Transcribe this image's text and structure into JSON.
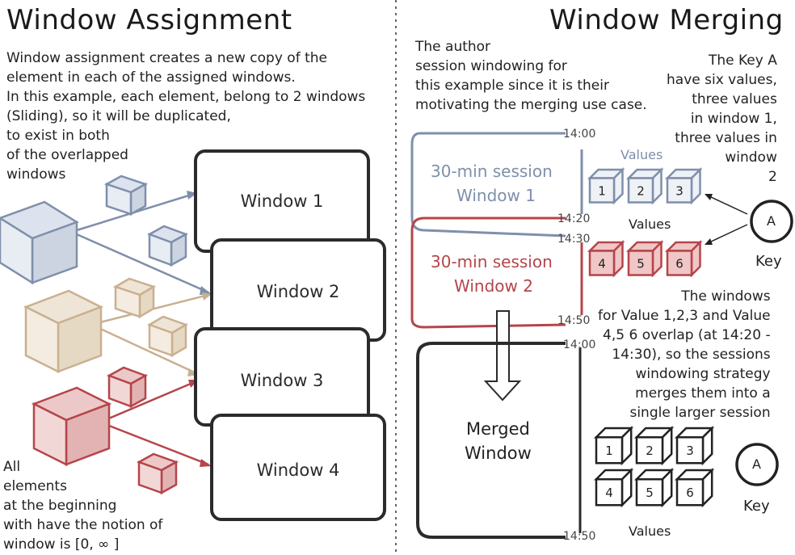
{
  "left": {
    "title": "Window Assignment",
    "intro": "Window assignment creates a new copy of the\nelement in each of the assigned windows.\nIn this example, each element, belong to 2 windows\n(Sliding), so it will be duplicated,\nto exist in both\nof the overlapped\nwindows",
    "windows": [
      "Window 1",
      "Window 2",
      "Window 3",
      "Window 4"
    ],
    "note": "All\nelements\nat the beginning\nwith have the notion of\nwindow is [0, ∞ ]",
    "colors": {
      "blue": "#7f8fab",
      "tan": "#c9b08f",
      "red": "#b5454a"
    }
  },
  "right": {
    "title": "Window Merging",
    "author_note": "The author\nsession windowing for\nthis example since it is their\nmotivating the merging use case.",
    "key_note": "The Key A\nhave six values,\nthree values\nin window 1,\nthree values in\nwindow\n2",
    "session1": {
      "line1": "30-min session",
      "line2": "Window 1",
      "color": "#7f8fab"
    },
    "session2": {
      "line1": "30-min session",
      "line2": "Window 2",
      "color": "#b5454a"
    },
    "values_label_top": "Values",
    "values_label_mid": "Values",
    "values_label_bottom": "Values",
    "cubes_top": [
      "1",
      "2",
      "3"
    ],
    "cubes_mid": [
      "4",
      "5",
      "6"
    ],
    "cubes_bottom": [
      "1",
      "2",
      "3",
      "4",
      "5",
      "6"
    ],
    "times": {
      "t1": "14:00",
      "t2": "14:20",
      "t3": "14:30",
      "t4": "14:50",
      "t5": "14:00",
      "t6": "14:50"
    },
    "key_letter": "A",
    "key_label": "Key",
    "key_letter_bottom": "A",
    "key_label_bottom": "Key",
    "overlap_note": "The windows\nfor Value 1,2,3 and Value\n4,5 6 overlap (at 14:20 -\n14:30), so the sessions\nwindowing strategy\nmerges them into a\nsingle larger session",
    "merged_label": "Merged\nWindow"
  }
}
